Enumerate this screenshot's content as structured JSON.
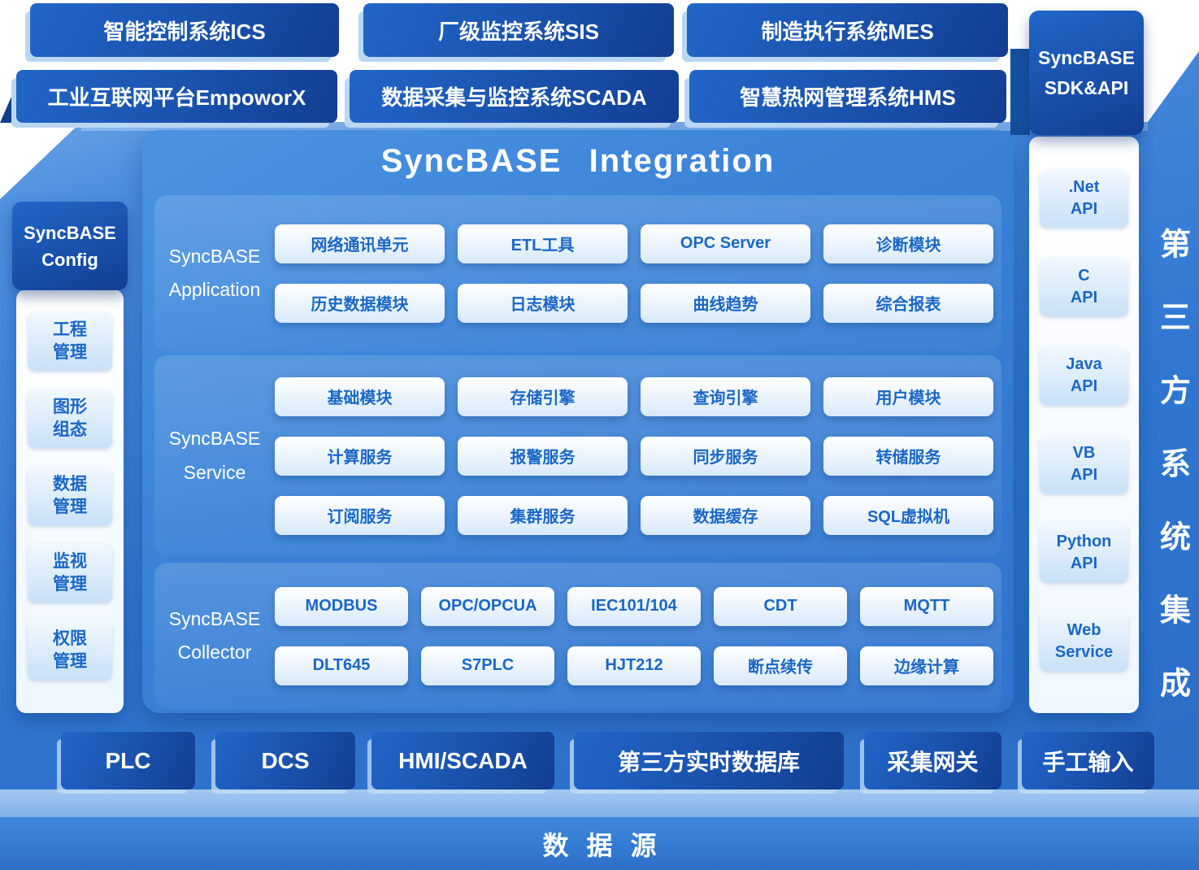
{
  "colors": {
    "backdrop_blue": "#3a82d8",
    "dark_box_top": "#2166c8",
    "dark_box_bottom": "#123e92",
    "light_box_fill": "#e7f1fb",
    "light_box_text": "#1a67c6",
    "text_white": "#ffffff"
  },
  "top_systems": {
    "row1": [
      "智能控制系统ICS",
      "厂级监控系统SIS",
      "制造执行系统MES"
    ],
    "row2": [
      "工业互联网平台EmpoworX",
      "数据采集与监控系统SCADA",
      "智慧热网管理系统HMS"
    ]
  },
  "integration": {
    "title": "SyncBASE Integration",
    "sections": [
      {
        "label_line1": "SyncBASE",
        "label_line2": "Application",
        "rows": [
          [
            "网络通讯单元",
            "ETL工具",
            "OPC Server",
            "诊断模块"
          ],
          [
            "历史数据模块",
            "日志模块",
            "曲线趋势",
            "综合报表"
          ]
        ]
      },
      {
        "label_line1": "SyncBASE",
        "label_line2": "Service",
        "rows": [
          [
            "基础模块",
            "存储引擎",
            "查询引擎",
            "用户模块"
          ],
          [
            "计算服务",
            "报警服务",
            "同步服务",
            "转储服务"
          ],
          [
            "订阅服务",
            "集群服务",
            "数据缓存",
            "SQL虚拟机"
          ]
        ]
      },
      {
        "label_line1": "SyncBASE",
        "label_line2": "Collector",
        "rows": [
          [
            "MODBUS",
            "OPC/OPCUA",
            "IEC101/104",
            "CDT",
            "MQTT"
          ],
          [
            "DLT645",
            "S7PLC",
            "HJT212",
            "断点续传",
            "边缘计算"
          ]
        ]
      }
    ]
  },
  "left_panel": {
    "header_line1": "SyncBASE",
    "header_line2": "Config",
    "items": [
      "工程\n管理",
      "图形\n组态",
      "数据\n管理",
      "监视\n管理",
      "权限\n管理"
    ]
  },
  "right_panel": {
    "header_line1": "SyncBASE",
    "header_line2": "SDK&API",
    "items": [
      ".Net\nAPI",
      "C\nAPI",
      "Java\nAPI",
      "VB\nAPI",
      "Python\nAPI",
      "Web\nService"
    ]
  },
  "right_strip": {
    "text": "第三方系统集成"
  },
  "bottom_sources": [
    "PLC",
    "DCS",
    "HMI/SCADA",
    "第三方实时数据库",
    "采集网关",
    "手工输入"
  ],
  "bottom_bar": {
    "text": "数据源"
  }
}
